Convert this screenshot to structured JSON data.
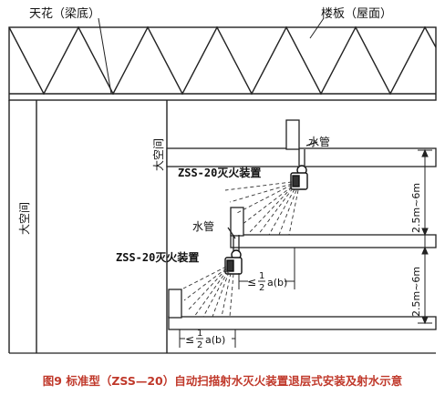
{
  "labels": {
    "ceiling": "天花（梁底）",
    "floor_slab": "楼板（屋面）",
    "large_space_left": "大空间",
    "large_space_mid": "大空间",
    "water_pipe_upper": "水管",
    "water_pipe_lower": "水管",
    "device_upper": "ZSS-20灭火装置",
    "device_lower": "ZSS-20灭火装置",
    "spacing_upper": "2.5m~6m",
    "spacing_lower": "2.5m~6m",
    "limit_prefix": "≤",
    "fraction_num": "1",
    "fraction_den": "2",
    "limit_suffix": "a(b)"
  },
  "caption": "图9  标准型（ZSS—20）自动扫描射水灭火装置退层式安装及射水示意"
}
